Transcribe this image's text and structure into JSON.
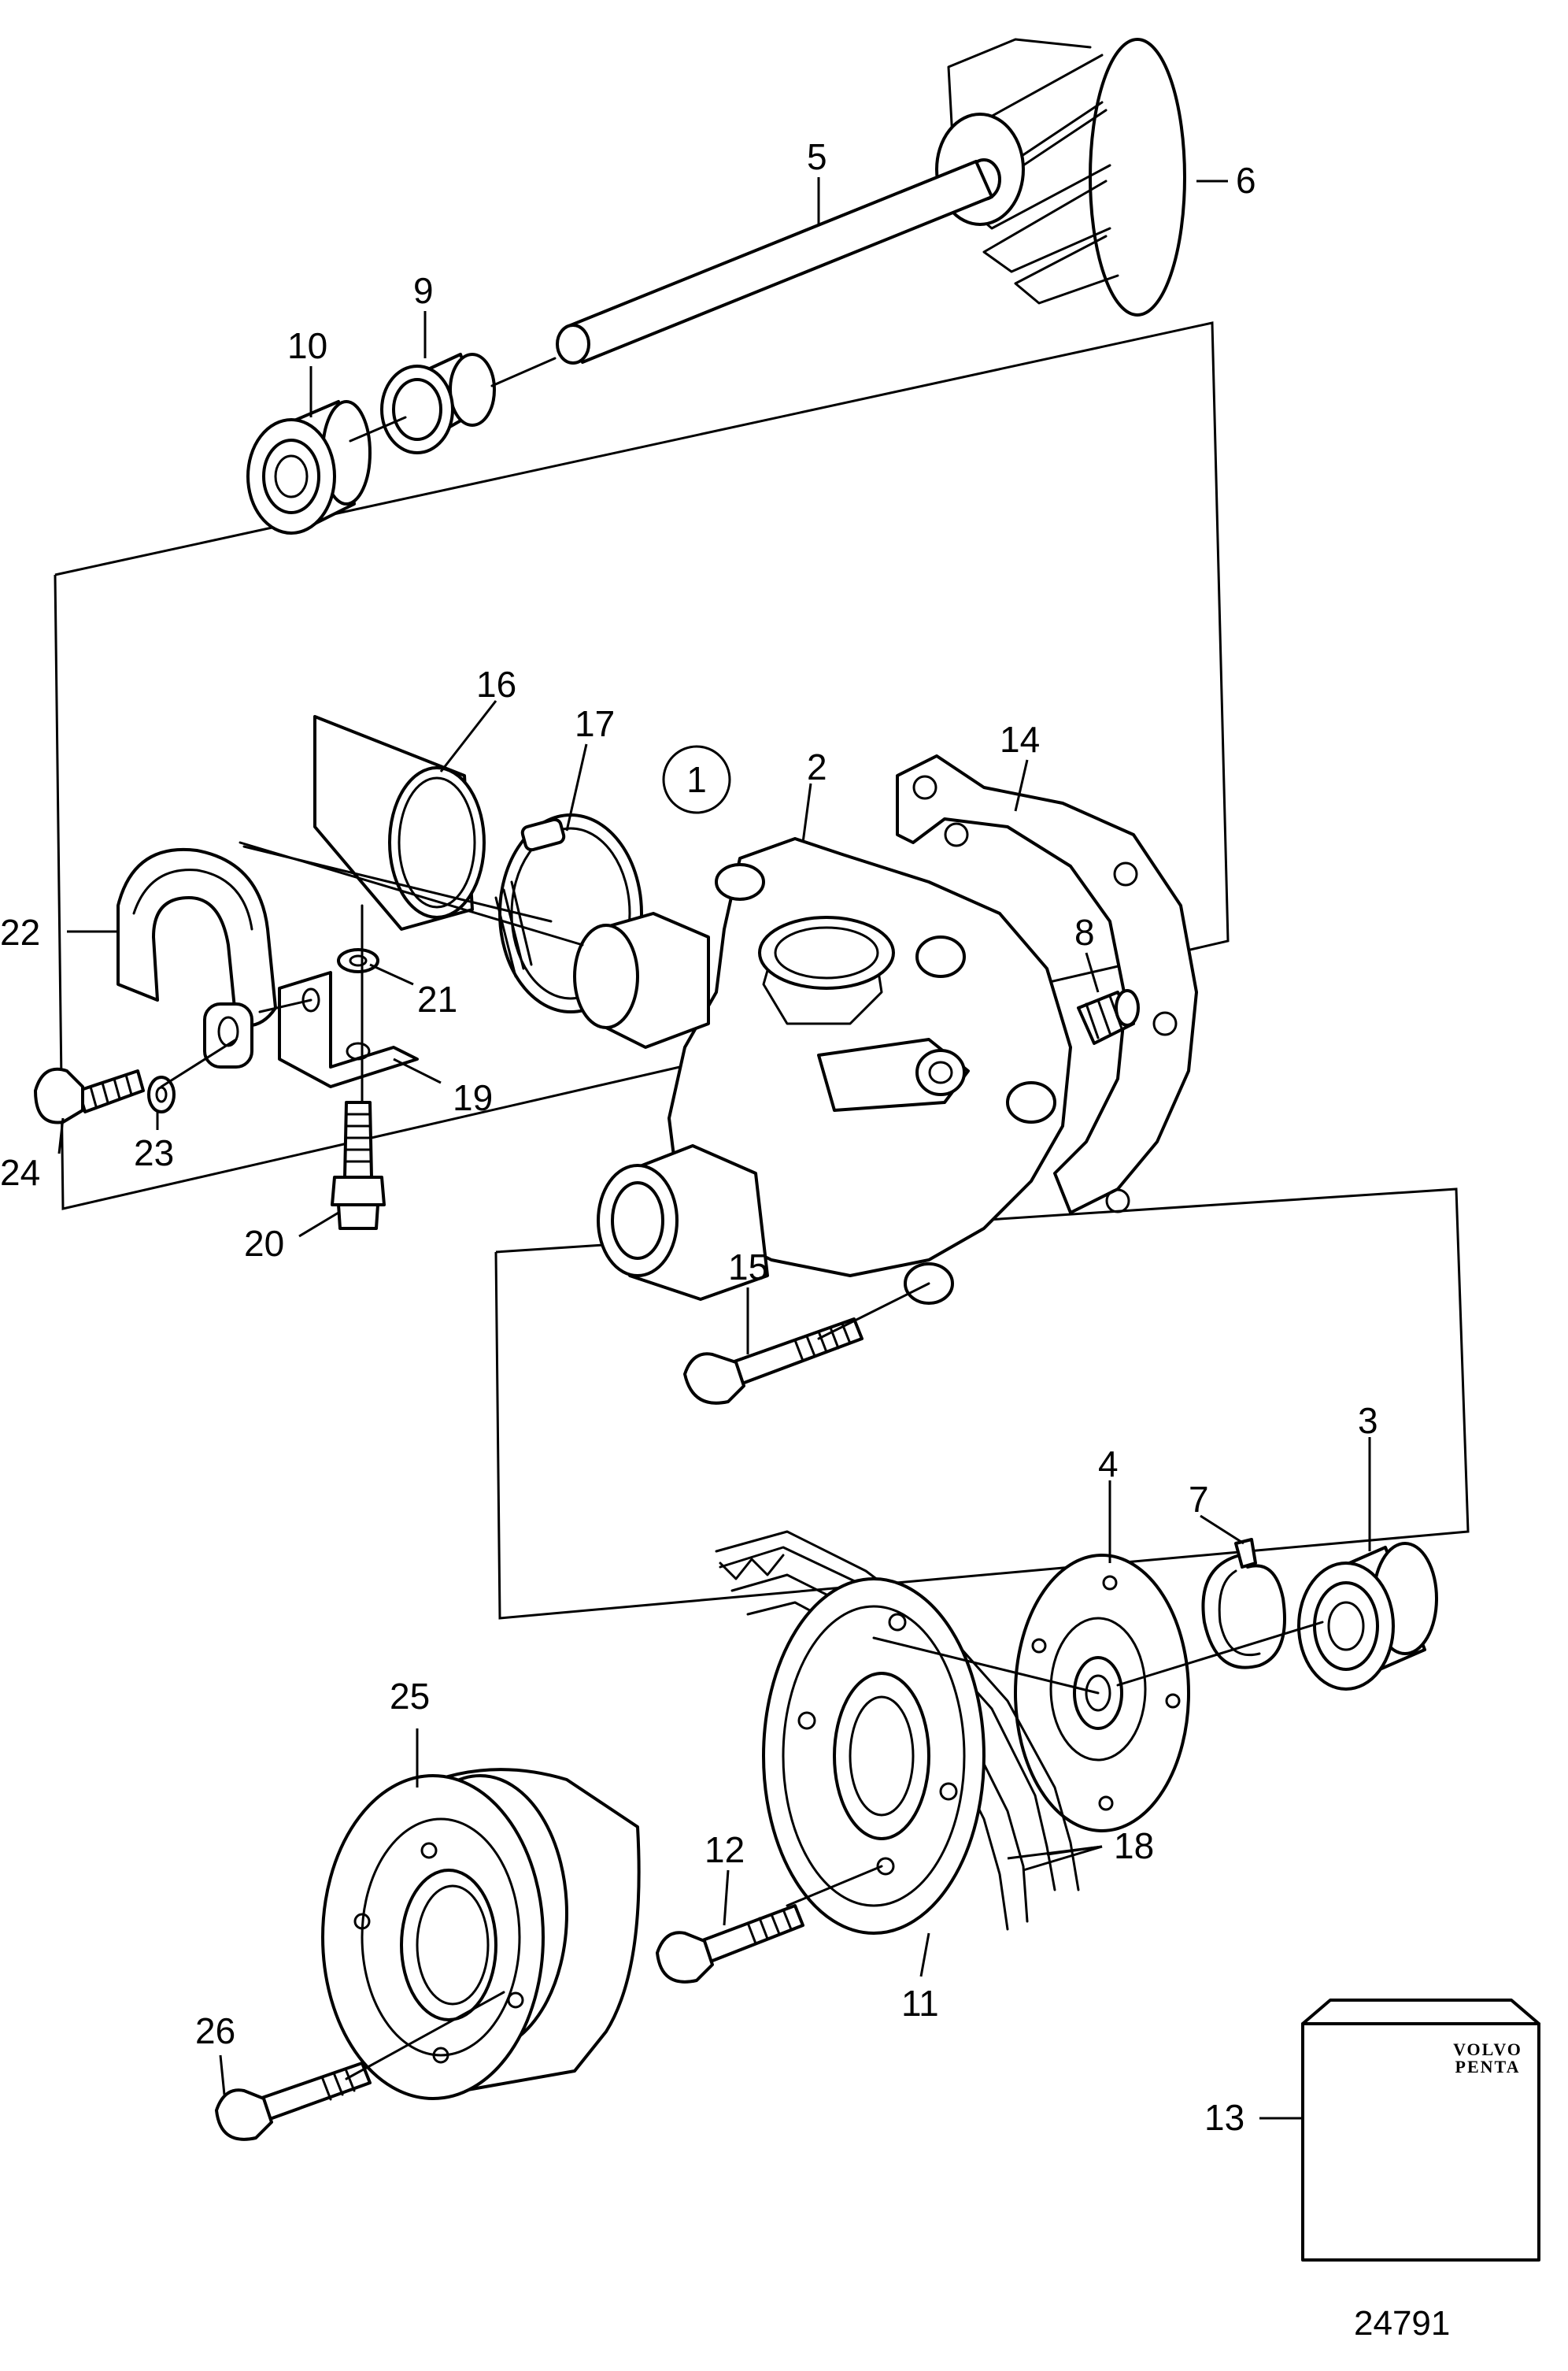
{
  "diagram": {
    "figure_number": "24791",
    "group_marker": "1",
    "kit_brand_line1": "VOLVO",
    "kit_brand_line2": "PENTA",
    "callouts": [
      {
        "id": "p2",
        "label": "2"
      },
      {
        "id": "p3",
        "label": "3"
      },
      {
        "id": "p4",
        "label": "4"
      },
      {
        "id": "p5",
        "label": "5"
      },
      {
        "id": "p6",
        "label": "6"
      },
      {
        "id": "p7",
        "label": "7"
      },
      {
        "id": "p8",
        "label": "8"
      },
      {
        "id": "p9",
        "label": "9"
      },
      {
        "id": "p10",
        "label": "10"
      },
      {
        "id": "p11",
        "label": "11"
      },
      {
        "id": "p12",
        "label": "12"
      },
      {
        "id": "p13",
        "label": "13"
      },
      {
        "id": "p14",
        "label": "14"
      },
      {
        "id": "p15",
        "label": "15"
      },
      {
        "id": "p16",
        "label": "16"
      },
      {
        "id": "p17",
        "label": "17"
      },
      {
        "id": "p18",
        "label": "18"
      },
      {
        "id": "p19",
        "label": "19"
      },
      {
        "id": "p20",
        "label": "20"
      },
      {
        "id": "p21",
        "label": "21"
      },
      {
        "id": "p22",
        "label": "22"
      },
      {
        "id": "p23",
        "label": "23"
      },
      {
        "id": "p24",
        "label": "24"
      },
      {
        "id": "p25",
        "label": "25"
      },
      {
        "id": "p26",
        "label": "26"
      }
    ]
  }
}
